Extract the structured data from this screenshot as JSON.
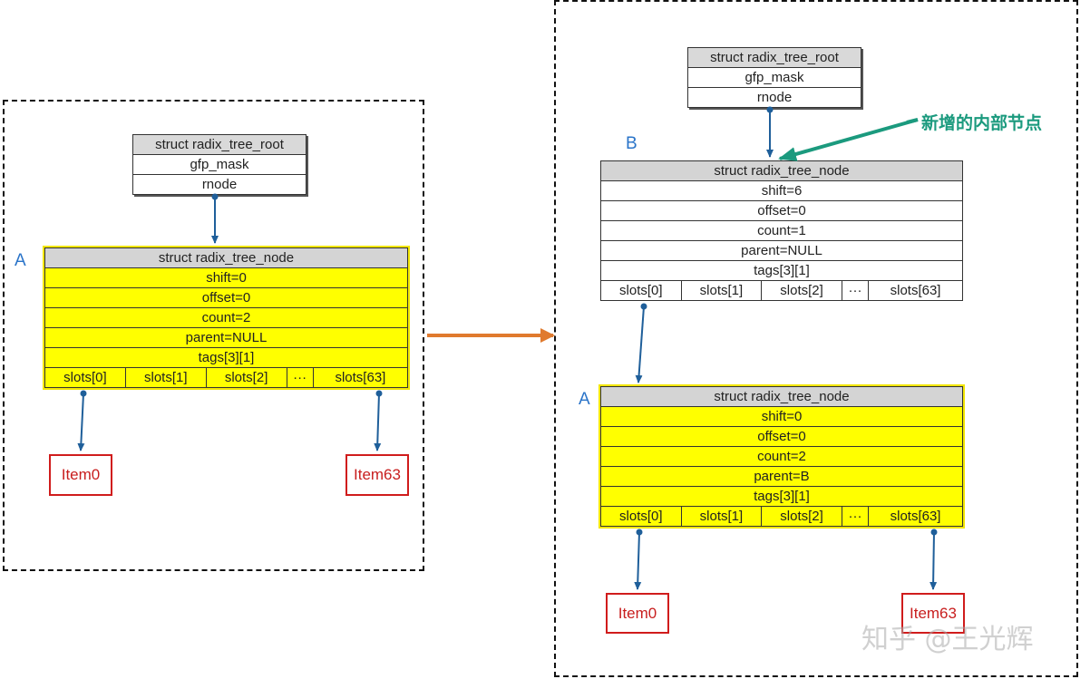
{
  "left": {
    "label": "A",
    "root": {
      "title": "struct radix_tree_root",
      "rows": [
        "gfp_mask",
        "rnode"
      ]
    },
    "node": {
      "title": "struct radix_tree_node",
      "rows": [
        "shift=0",
        "offset=0",
        "count=2",
        "parent=NULL",
        "tags[3][1]"
      ],
      "slots": [
        "slots[0]",
        "slots[1]",
        "slots[2]",
        "···",
        "slots[63]"
      ]
    },
    "items": [
      "Item0",
      "Item63"
    ]
  },
  "right": {
    "root": {
      "title": "struct radix_tree_root",
      "rows": [
        "gfp_mask",
        "rnode"
      ]
    },
    "new_label": "B",
    "new_node": {
      "title": "struct radix_tree_node",
      "rows": [
        "shift=6",
        "offset=0",
        "count=1",
        "parent=NULL",
        "tags[3][1]"
      ],
      "slots": [
        "slots[0]",
        "slots[1]",
        "slots[2]",
        "···",
        "slots[63]"
      ]
    },
    "annotation": "新增的内部节点",
    "old_label": "A",
    "old_node": {
      "title": "struct radix_tree_node",
      "rows": [
        "shift=0",
        "offset=0",
        "count=2",
        "parent=B",
        "tags[3][1]"
      ],
      "slots": [
        "slots[0]",
        "slots[1]",
        "slots[2]",
        "···",
        "slots[63]"
      ]
    },
    "items": [
      "Item0",
      "Item63"
    ]
  },
  "watermark": "知乎 @王光辉",
  "colors": {
    "connector": "#1f5f9a",
    "transition_arrow": "#e07a2e",
    "annotation_arrow": "#1b9a7e",
    "highlight": "#ffff00",
    "item_border": "#d01c1c"
  }
}
